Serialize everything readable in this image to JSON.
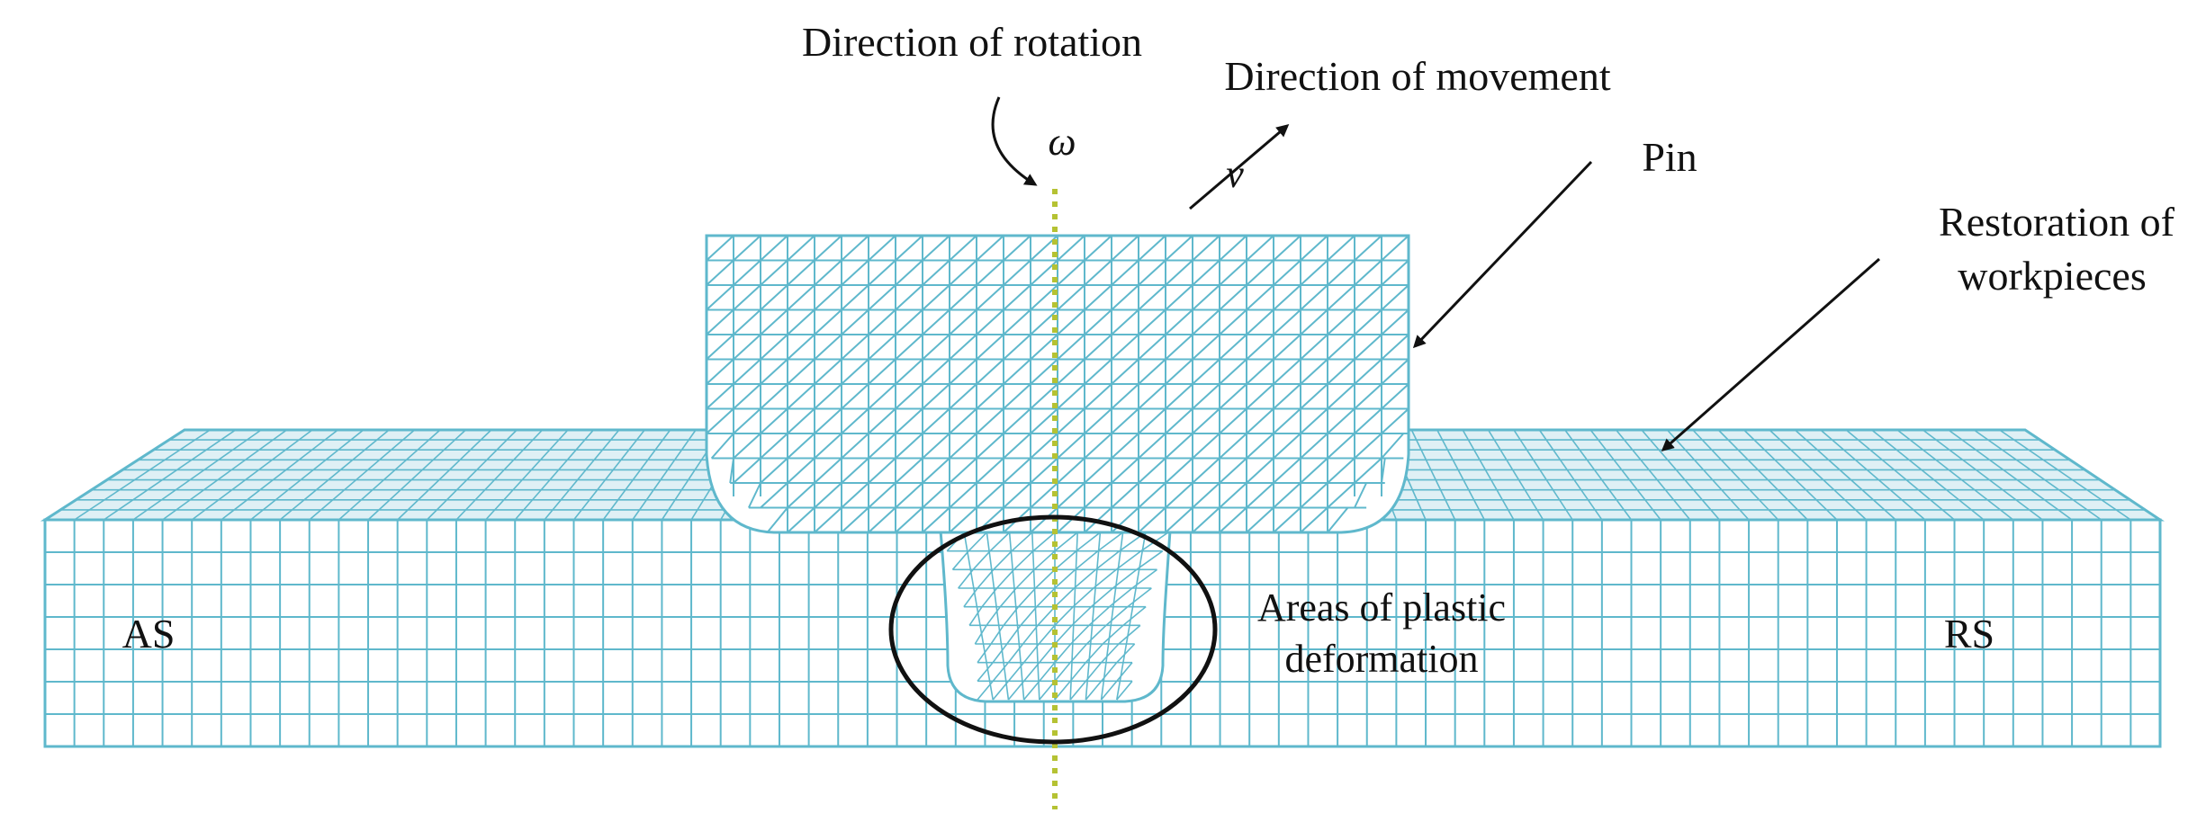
{
  "labels": {
    "direction_of_rotation": "Direction of rotation",
    "direction_of_movement": "Direction of movement",
    "pin": "Pin",
    "restoration_line1": "Restoration of",
    "restoration_line2": "workpieces",
    "plastic_line1": "Areas of plastic",
    "plastic_line2": "deformation",
    "as": "AS",
    "rs": "RS"
  },
  "symbols": {
    "omega": "ω",
    "velocity": "ν"
  },
  "colors": {
    "mesh": "#5fb8cc",
    "axis": "#b5c233",
    "text": "#111111",
    "background": "#ffffff"
  }
}
